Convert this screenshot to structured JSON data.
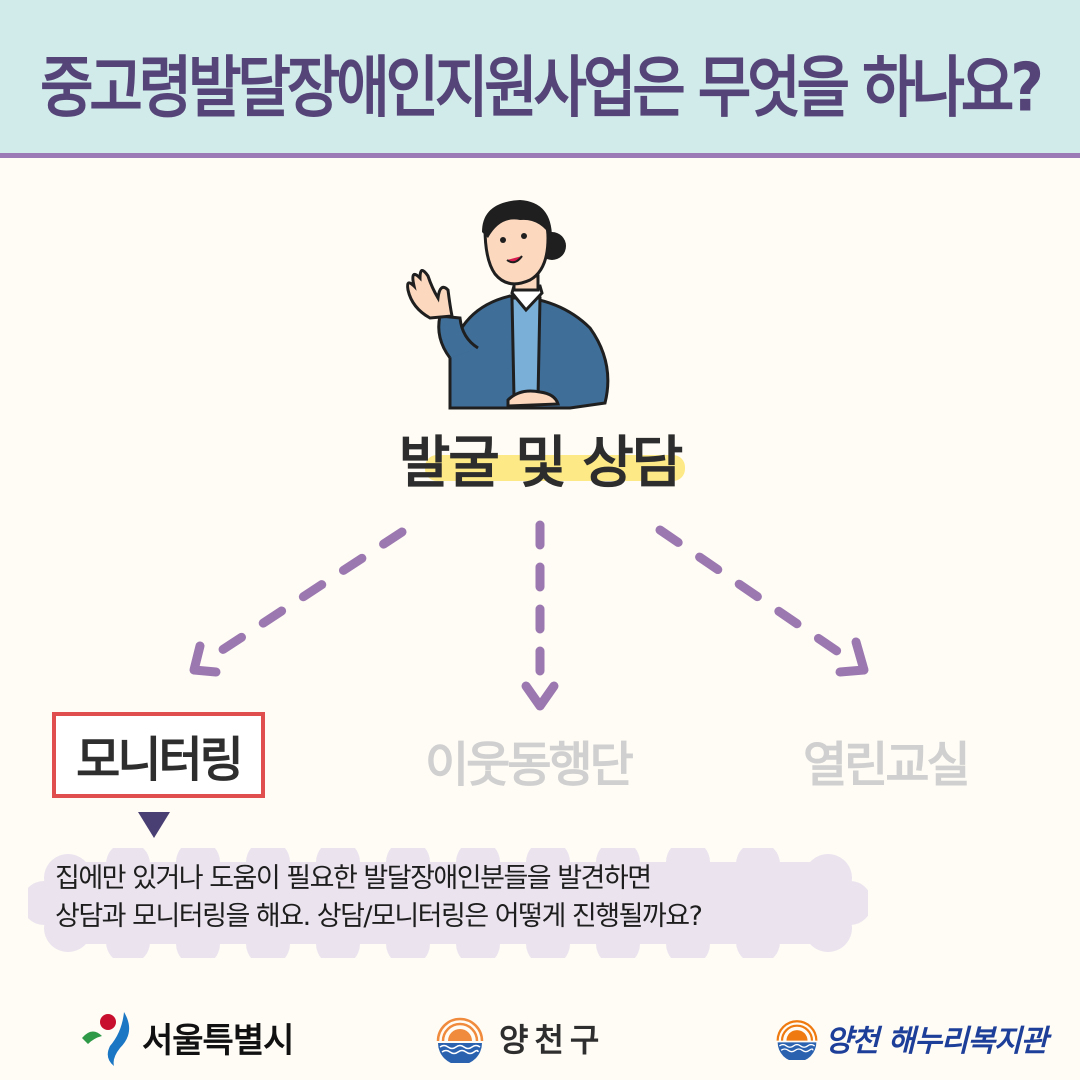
{
  "header": {
    "title": "중고령발달장애인지원사업은 무엇을 하나요?",
    "background": "#d1eaea",
    "title_color": "#544477",
    "border_color": "#9b7ab5"
  },
  "hero": {
    "illustration": "person-waving-illustration",
    "subtitle": "발굴 및 상담",
    "highlight_color": "#fde87a"
  },
  "flow": {
    "arrow_color": "#9b78b0",
    "options": [
      {
        "label": "모니터링",
        "state": "selected",
        "border_color": "#e04e4e"
      },
      {
        "label": "이웃동행단",
        "state": "inactive"
      },
      {
        "label": "열린교실",
        "state": "inactive"
      }
    ]
  },
  "description": {
    "lines": [
      "집에만 있거나 도움이 필요한 발달장애인분들을 발견하면",
      "상담과 모니터링을 해요. 상담/모니터링은 어떻게 진행될까요?"
    ],
    "bubble_color": "#ebe4ef"
  },
  "footer": {
    "logos": [
      {
        "name": "서울특별시",
        "icon": "seoul-symbol-icon"
      },
      {
        "name": "양천구",
        "icon": "sunrise-wave-icon"
      },
      {
        "name": "양천 해누리복지관",
        "icon": "sunrise-wave-icon"
      }
    ]
  }
}
